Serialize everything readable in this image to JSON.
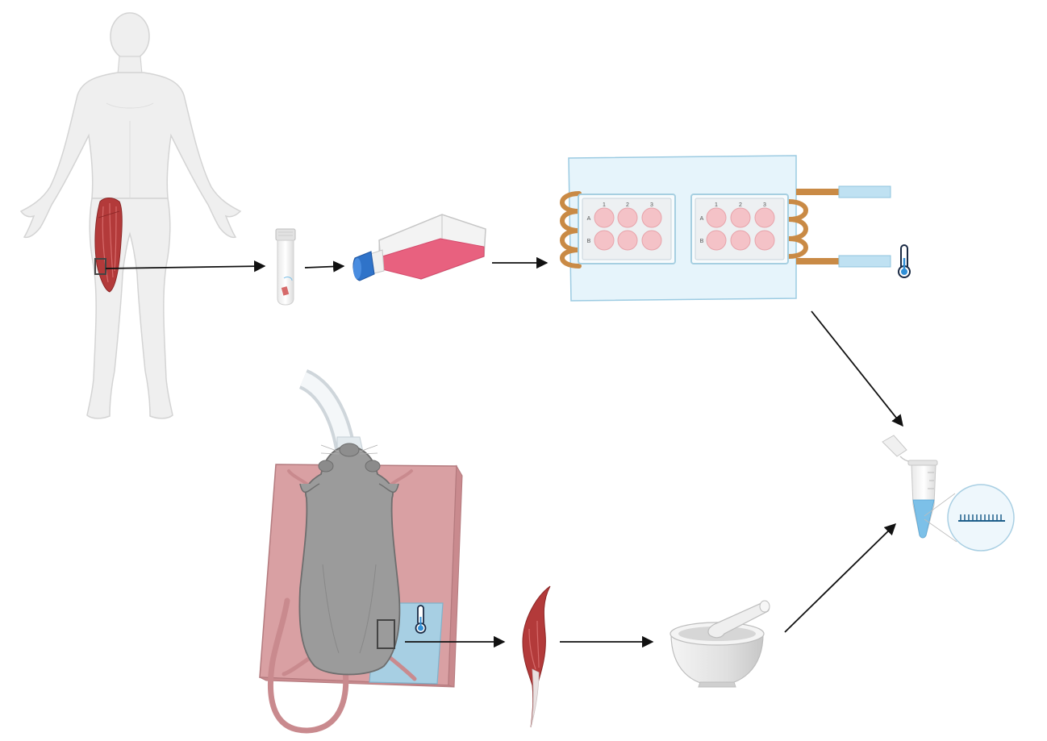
{
  "colors": {
    "skin": "#efefef",
    "skin_outline": "#d4d4d4",
    "muscle": "#b33a3a",
    "muscle_light": "#d66a6a",
    "flask_medium": "#e8617f",
    "cap_blue": "#2f73c9",
    "incubator_bg": "#e6f4fb",
    "incubator_border": "#9ccbe2",
    "well_pink": "#f4c2c7",
    "copper": "#c98a45",
    "tube_blue": "#bfe1f2",
    "mouse_fur": "#9b9b9b",
    "mouse_outline": "#6e6e6e",
    "board": "#d9a0a3",
    "board_side": "#c98a8e",
    "heat_pad": "#a7cfe3",
    "mortar": "#e3e3e3",
    "sample_liquid": "#7cc0e8",
    "arrow": "#111111"
  },
  "well_plates": [
    {
      "columns": [
        "1",
        "2",
        "3"
      ],
      "rows": [
        "A",
        "B"
      ]
    },
    {
      "columns": [
        "1",
        "2",
        "3"
      ],
      "rows": [
        "A",
        "B"
      ]
    }
  ],
  "icons": [
    "human-body-icon",
    "thigh-muscle-icon",
    "biopsy-vial-icon",
    "culture-flask-icon",
    "incubator-icon",
    "well-plate-icon",
    "thermometer-icon",
    "mouse-icon",
    "anesthesia-tube-icon",
    "heating-pad-icon",
    "excised-muscle-icon",
    "mortar-pestle-icon",
    "microcentrifuge-tube-icon",
    "rna-icon"
  ]
}
